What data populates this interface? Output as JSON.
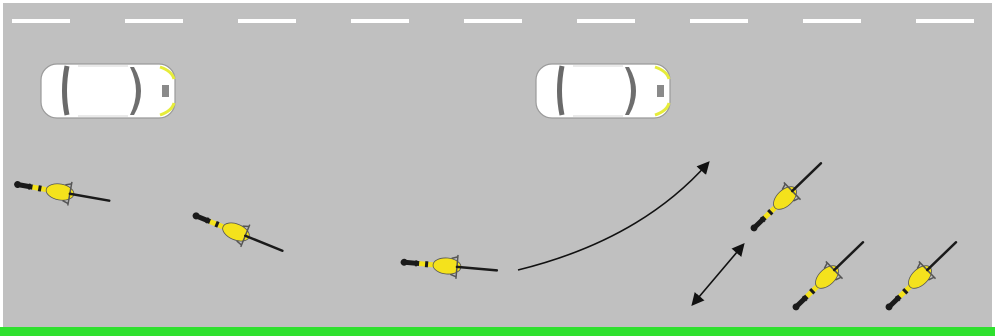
{
  "colors": {
    "road": "#c0c0c0",
    "border": "#ffffff",
    "lane_marking": "#ffffff",
    "grass": "#2fe02f",
    "car_body": "#ffffff",
    "car_glass": "#707070",
    "car_light": "#e6ec3a",
    "rider_body": "#f4e21c",
    "rider_dark": "#1a1a1a",
    "arrow": "#111111"
  },
  "icons": {
    "car": "car-top-view-icon",
    "bicycle": "bicycle-top-view-icon",
    "arrow": "arrow-icon"
  },
  "scene": {
    "vehicles": [
      "car",
      "car"
    ],
    "cyclists": [
      "cyclist-riding",
      "cyclist-riding",
      "cyclist-turning",
      "cyclist-diagonal",
      "cyclist-diagonal",
      "cyclist-diagonal"
    ],
    "arrows": [
      "curved-turn-arrow",
      "double-headed-arrow"
    ]
  }
}
